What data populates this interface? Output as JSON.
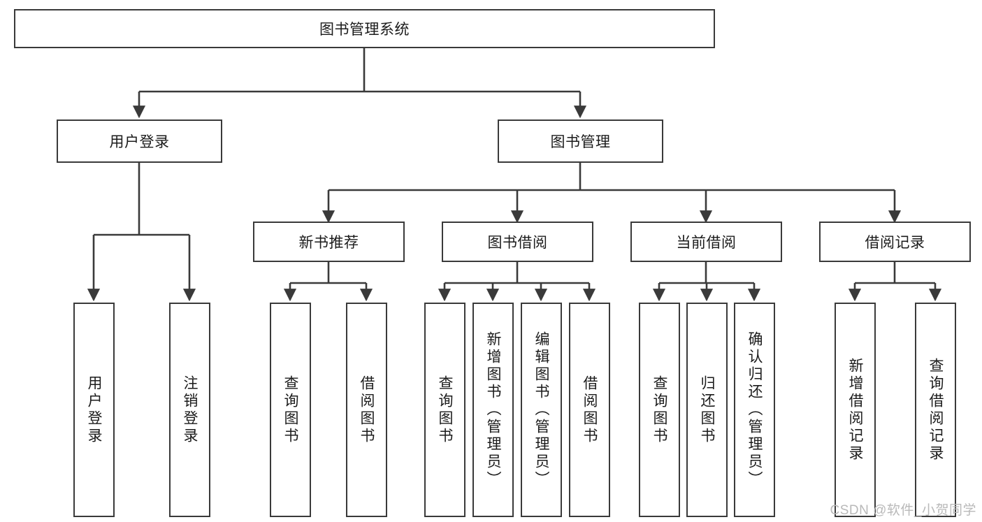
{
  "diagram": {
    "title": "图书管理系统",
    "type": "tree-hierarchy-diagram",
    "root": {
      "id": "root",
      "label": "图书管理系统"
    },
    "level2": [
      {
        "id": "user-login",
        "label": "用户登录"
      },
      {
        "id": "book-management",
        "label": "图书管理"
      }
    ],
    "level3": [
      {
        "id": "new-book-recommend",
        "label": "新书推荐"
      },
      {
        "id": "book-borrow",
        "label": "图书借阅"
      },
      {
        "id": "current-borrow",
        "label": "当前借阅"
      },
      {
        "id": "borrow-record",
        "label": "借阅记录"
      }
    ],
    "leaves": [
      {
        "id": "leaf-user-login",
        "label": "用户登录"
      },
      {
        "id": "leaf-logout-login",
        "label": "注销登录"
      },
      {
        "id": "leaf-query-book-1",
        "label": "查询图书"
      },
      {
        "id": "leaf-borrow-book-1",
        "label": "借阅图书"
      },
      {
        "id": "leaf-query-book-2",
        "label": "查询图书"
      },
      {
        "id": "leaf-add-book",
        "label": "新增图书（管理员）"
      },
      {
        "id": "leaf-edit-book",
        "label": "编辑图书（管理员）"
      },
      {
        "id": "leaf-borrow-book-2",
        "label": "借阅图书"
      },
      {
        "id": "leaf-query-book-3",
        "label": "查询图书"
      },
      {
        "id": "leaf-return-book",
        "label": "归还图书"
      },
      {
        "id": "leaf-confirm-return",
        "label": "确认归还（管理员）"
      },
      {
        "id": "leaf-add-borrow-record",
        "label": "新增借阅记录"
      },
      {
        "id": "leaf-query-borrow-record",
        "label": "查询借阅记录"
      }
    ],
    "colors": {
      "stroke": "#3a3a3a",
      "fill": "#ffffff",
      "text": "#1b1b1b",
      "watermark": "#b9b9b9"
    }
  },
  "watermark": {
    "text": "CSDN @软件_小贺同学"
  }
}
